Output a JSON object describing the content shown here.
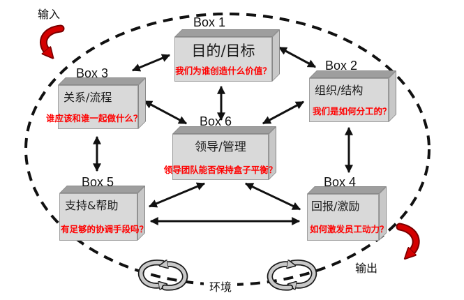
{
  "diagram": {
    "title_hint": "six-box organizational model",
    "input_label": "输入",
    "output_label": "输出",
    "environment_label": "环境",
    "boxes": [
      {
        "label": "Box 1",
        "title": "目的/目标",
        "question": "我们为谁创造什么价值？"
      },
      {
        "label": "Box 2",
        "title": "组织/结构",
        "question": "我们是如何分工的？"
      },
      {
        "label": "Box 3",
        "title": "关系/流程",
        "question": "谁应该和谁一起做什么？"
      },
      {
        "label": "Box 4",
        "title": "回报/激励",
        "question": "如何激发员工动力？"
      },
      {
        "label": "Box 5",
        "title": "支持&帮助",
        "question": "有足够的协调手段吗？"
      },
      {
        "label": "Box 6",
        "title": "领导/管理",
        "question": "领导团队能否保持盒子平衡？"
      }
    ],
    "colors": {
      "question_red": "#ff0000",
      "flow_arrow_red": "#d40000",
      "box_front": "#d9d9d9",
      "box_top": "#9e9e9e",
      "box_side": "#c8c8c8",
      "connector_black": "#111111",
      "swirl_gray": "#c9c9c9"
    }
  }
}
